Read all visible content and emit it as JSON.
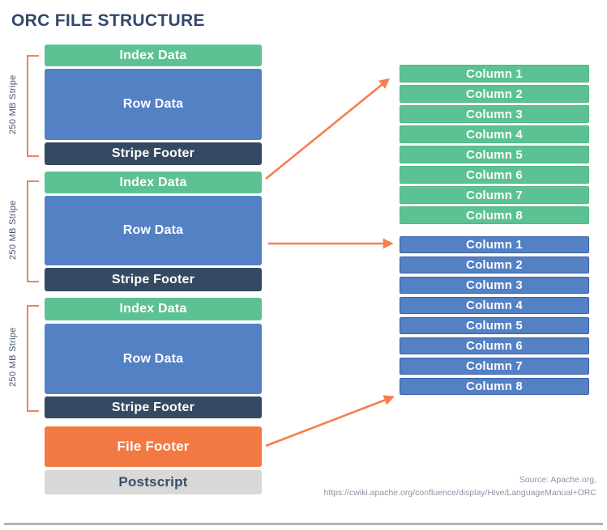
{
  "title": "ORC FILE STRUCTURE",
  "stripes": [
    {
      "size_label": "250 MB Stripe",
      "index_label": "Index Data",
      "row_label": "Row Data",
      "footer_label": "Stripe Footer"
    },
    {
      "size_label": "250 MB Stripe",
      "index_label": "Index Data",
      "row_label": "Row Data",
      "footer_label": "Stripe Footer"
    },
    {
      "size_label": "250 MB Stripe",
      "index_label": "Index Data",
      "row_label": "Row Data",
      "footer_label": "Stripe Footer"
    }
  ],
  "file_footer_label": "File Footer",
  "postscript_label": "Postscript",
  "column_groups": [
    {
      "name": "index-columns",
      "items": [
        "Column 1",
        "Column 2",
        "Column 3",
        "Column 4",
        "Column 5",
        "Column 6",
        "Column 7",
        "Column 8"
      ]
    },
    {
      "name": "data-columns",
      "items": [
        "Column 1",
        "Column 2",
        "Column 3",
        "Column 4",
        "Column 5",
        "Column 6",
        "Column 7",
        "Column 8"
      ]
    }
  ],
  "source": {
    "line1": "Source: Apache.org,",
    "line2": "https://cwiki.apache.org/confluence/display/Hive/LanguageManual+ORC"
  },
  "colors": {
    "green": "#5cc294",
    "blue": "#5480c4",
    "blue_border": "#3d60ab",
    "navy": "#344a63",
    "orange_block": "#f37942",
    "arrow_orange": "#f57e4e",
    "bracket_orange": "#ef8457",
    "postscript_gray": "#d8d8d8",
    "title_text": "#31486b",
    "source_text": "#8d95a3"
  }
}
